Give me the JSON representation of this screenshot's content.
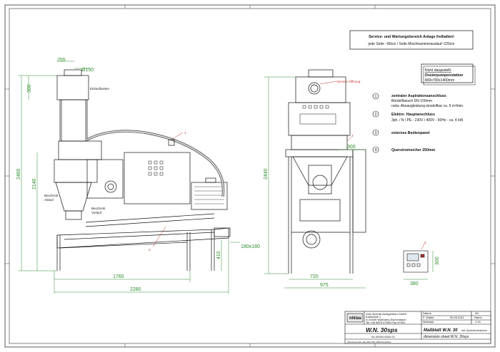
{
  "drawing": {
    "box_service": {
      "line1": "Service- und Wartungsbereich Anlage freihalten!",
      "line2": "jede Seite ~80cm / Seite Mischkammerauslauf~220cm"
    },
    "box_option": {
      "line1": "Nicht dargestellt:",
      "line2": "Dosierpumpenstation",
      "line3": "800x700x1400mm"
    },
    "legend": [
      {
        "num": "1",
        "title": "zentraler Aspirationsanschluss",
        "lines": [
          "Bördelflansch DN 100mm",
          "notw. Absaugleistung einstellbar ca. 6 m³/min."
        ]
      },
      {
        "num": "2",
        "title": "Elektro- Hauptanschluss",
        "lines": [
          "3ph. / N / PE - 230V / 400V - 50Hz - ca. 4 kW"
        ]
      },
      {
        "num": "3",
        "title": "externes Bedienpanel",
        "lines": []
      },
      {
        "num": "4",
        "title": "Querstromsicher 250mm",
        "lines": []
      }
    ],
    "labels": {
      "einlauf": "Einlaufkasten",
      "service": "Service-Öffnung",
      "beschickt1": "Beschickt",
      "beschickt2": "Ablauf",
      "beschickt_vorlauf1": "Beschickt",
      "beschickt_vorlauf2": "Vorlauf"
    },
    "callouts": {
      "c1": "1",
      "c2": "2",
      "c3": "3",
      "c4": "4"
    },
    "dimensions": {
      "d255": "255",
      "d150": "Ø150",
      "d300": "300",
      "d2460": "2460",
      "d2140": "2140",
      "d410": "410",
      "d180": "180x180",
      "d1760": "1760",
      "d2280": "2280",
      "d300b": "300",
      "d2440": "2440",
      "d720": "720",
      "d975": "975",
      "d300c": "300",
      "d380": "380"
    },
    "title_block": {
      "logo": "niklas",
      "company1": "Volz-Spezial-Anlagenbau GmbH",
      "company2": "Edelhoefe 1",
      "company3": "D-91639 Wolframs-Eschenbach",
      "company4": "Tel.+49 9875 97900 Fax 97901",
      "format": "A3",
      "date_label": "Datum",
      "date": "30.05.2011",
      "name_label": "Name",
      "name": "F. Walter",
      "scale_label": "Maßstab",
      "scale": "1:15",
      "product": "W.N. 30sps",
      "drawing_no": "04-00000-0000-01",
      "title_de": "Maßblatt W.N. 30",
      "title_de_small": "mit Querstromsicher",
      "title_en": "dimension sheet W.N. 30sps",
      "footer": "Schutzvermerk nach DIN ISO 16016 beachten"
    }
  }
}
